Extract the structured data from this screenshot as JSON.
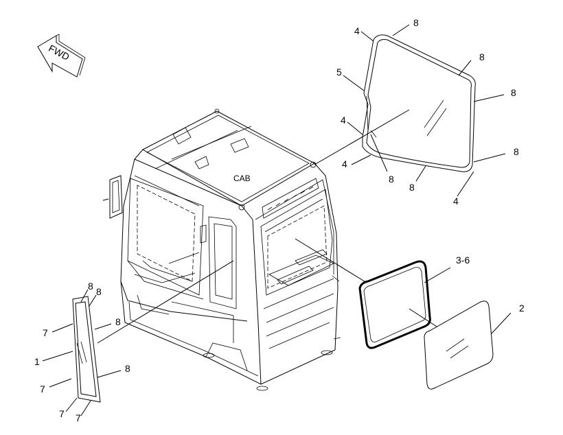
{
  "labels": {
    "fwd": "FWD",
    "cab": "CAB",
    "windshield": [
      "8",
      "4",
      "8",
      "5",
      "8",
      "4",
      "8",
      "4",
      "8",
      "8",
      "4"
    ],
    "side_glass": [
      "8",
      "8",
      "8",
      "7",
      "1",
      "8",
      "7",
      "7",
      "7"
    ],
    "rear_seal": "3-6",
    "rear_glass": "2"
  },
  "colors": {
    "line": "#000000",
    "background": "#ffffff"
  }
}
